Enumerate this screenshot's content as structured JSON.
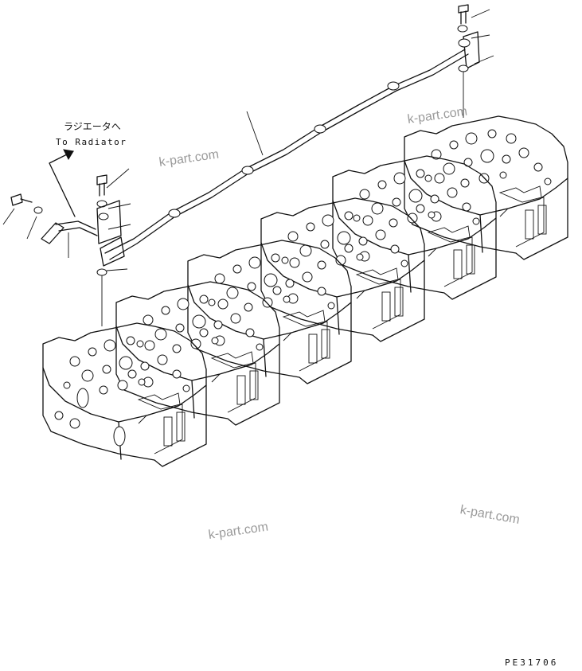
{
  "labels": {
    "radiator_jp": "ラジエータへ",
    "radiator_en": "To Radiator",
    "drawing_code": "PE31706"
  },
  "watermarks": [
    "k-part.com",
    "k-part.com",
    "k-part.com",
    "k-part.com"
  ],
  "icons": {
    "arrow": "arrow-to-radiator-icon",
    "bolt": "bolt-icon",
    "washer": "washer-icon",
    "gasket": "gasket-icon"
  },
  "colors": {
    "ink": "#111111",
    "watermark": "#9a9a9a",
    "background": "#ffffff"
  }
}
